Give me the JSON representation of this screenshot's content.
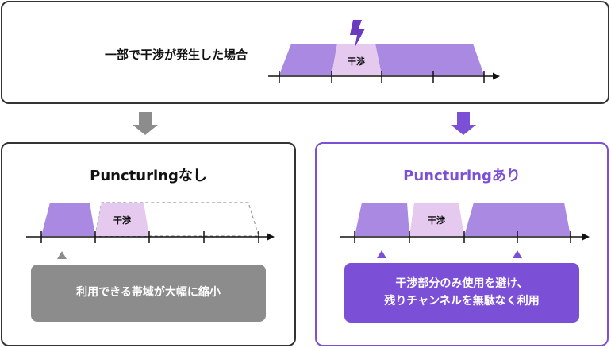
{
  "top": {
    "label": "一部で干渉が発生した場合",
    "interference_label": "干渉"
  },
  "left_panel": {
    "title": "Puncturingなし",
    "interference_label": "干渉",
    "caption": "利用できる帯域が大幅に縮小"
  },
  "right_panel": {
    "title": "Puncturingあり",
    "interference_label": "干渉",
    "caption": "干渉部分のみ使用を避け、\n残りチャンネルを無駄なく利用"
  },
  "colors": {
    "channel_purple": "#a989e2",
    "interference_light": "#e6c9ef",
    "accent_purple": "#7b4fd6",
    "gray_arrow": "#8c8c8c",
    "border_dark": "#333333",
    "caption_gray": "#8c8c8c"
  }
}
